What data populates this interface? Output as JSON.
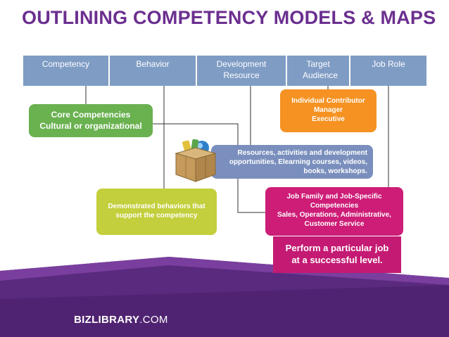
{
  "title": "OUTLINING COMPETENCY MODELS & MAPS",
  "header": {
    "columns": [
      "Competency",
      "Behavior",
      "Development Resource",
      "Target Audience",
      "Job Role"
    ]
  },
  "boxes": {
    "core": {
      "lines": [
        "Core Competencies",
        "Cultural or organizational"
      ],
      "color": "#6ab150"
    },
    "target_audience": {
      "lines": [
        "Individual Contributor",
        "Manager",
        "Executive"
      ],
      "color": "#f59222"
    },
    "resources": {
      "lines": [
        "Resources, activities and development",
        "opportunities, Elearning courses, videos,",
        "books, workshops."
      ],
      "color": "#7a8fbd"
    },
    "behaviors": {
      "lines": [
        "Demonstrated behaviors that",
        "support the competency"
      ],
      "color": "#c3cf3c"
    },
    "job_family": {
      "lines": [
        "Job Family and Job-Specific",
        "Competencies",
        "Sales, Operations, Administrative,",
        "Customer Service"
      ],
      "color": "#cd1d77"
    },
    "perform": {
      "lines": [
        "Perform a particular job",
        "at a successful level."
      ],
      "color": "#c41a73"
    }
  },
  "footer": {
    "brand_bold": "BIZLIBRARY",
    "brand_light": ".COM"
  },
  "colors": {
    "title": "#6b2f8f",
    "header_bar": "#7f9cc4",
    "footer_purple": "#5a2a7e"
  },
  "icons": [
    "treasure-chest-icon"
  ]
}
